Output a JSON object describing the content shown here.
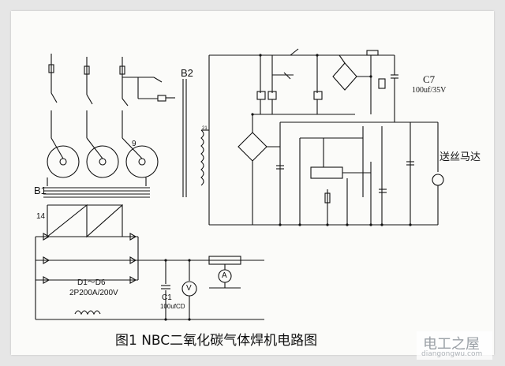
{
  "caption": "图1 NBC二氧化碳气体焊机电路图",
  "labels": {
    "b1": "B1",
    "b2": "B2",
    "c7": "C7",
    "c7_value": "100uf/35V",
    "motor": "送丝马达",
    "diodes": "D1～D6",
    "diode_spec": "2P200A/200V",
    "c1": "C1",
    "c1_value": "100ufCD",
    "meter_v": "V",
    "meter_a": "A",
    "n9": "9",
    "n14": "14",
    "n21": "21"
  },
  "watermark": {
    "name": "电工之屋",
    "url": "diangongwu.com"
  },
  "colors": {
    "ink": "#111111",
    "paper": "#fbfbf9"
  }
}
